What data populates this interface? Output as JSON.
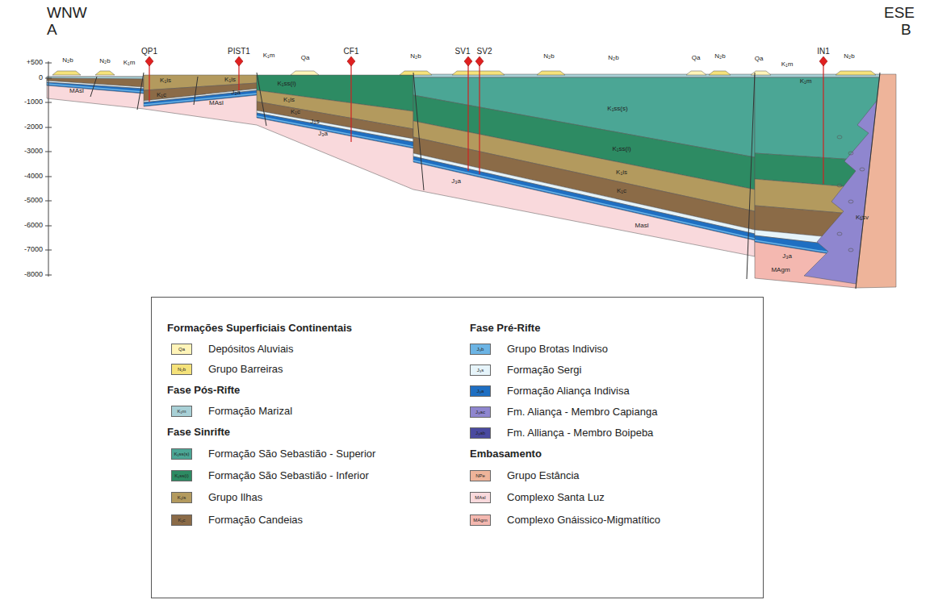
{
  "diagram": {
    "labels": [
      "WNW",
      "A",
      "ESE",
      "B",
      "+500",
      "0",
      "-1000",
      "-2000",
      "-3000",
      "-4000",
      "-5000",
      "-6000",
      "-7000",
      "-8000",
      "QP1",
      "PIST1",
      "CF1",
      "SV1",
      "SV2",
      "IN1",
      "N₂b",
      "N₂b",
      "K₁m",
      "K₁m",
      "Qa",
      "N₂b",
      "N₂b",
      "N₂b",
      "Qa",
      "N₂b",
      "Qa",
      "K₁m",
      "N₂b",
      "MAsl",
      "K₁is",
      "K₁c",
      "K₁is",
      "J₃a",
      "MAsl",
      "K₁ss(i)",
      "K₁is",
      "K₁c",
      "J₃s",
      "J₃a",
      "K₁ss(s)",
      "K₁ss(i)",
      "K₁is",
      "K₁c",
      "J₃a",
      "Masl",
      "J₃a",
      "MAgm",
      "K₁sv",
      "K₁m",
      "Formações Superficiais Continentais",
      "Fase Pós-Rifte",
      "Fase Sinrifte",
      "Fase Pré-Rifte",
      "Embasamento",
      "Qa",
      "N₂b",
      "K₁m",
      "K₁ss(s)",
      "K₁ss(i)",
      "K₁is",
      "K₁c",
      "J₃b",
      "J₃s",
      "J₃a",
      "J₃ac",
      "J₃ab",
      "NPe",
      "MAsl",
      "MAgm"
    ],
    "legend": [
      {
        "text": "Depósitos Aluviais",
        "color": "#fff4b8"
      },
      {
        "text": "Grupo Barreiras",
        "color": "#f5e27a"
      },
      {
        "text": "Formação Marizal",
        "color": "#a8d0d6"
      },
      {
        "text": "Formação São Sebastião - Superior",
        "color": "#4ba695"
      },
      {
        "text": "Formação São Sebastião - Inferior",
        "color": "#2d8b63"
      },
      {
        "text": "Grupo Ilhas",
        "color": "#b39a5e"
      },
      {
        "text": "Formação Candeias",
        "color": "#8b6b47"
      },
      {
        "text": "Grupo Brotas Indiviso",
        "color": "#6cb4e4"
      },
      {
        "text": "Formação Sergi",
        "color": "#e6f4fa"
      },
      {
        "text": "Formação Aliança Indivisa",
        "color": "#1f6fc2"
      },
      {
        "text": "Fm. Aliança - Membro Capianga",
        "color": "#8f86cf"
      },
      {
        "text": "Fm. Alliança - Membro Boipeba",
        "color": "#4a4aa0"
      },
      {
        "text": "Grupo Estância",
        "color": "#eeb49a"
      },
      {
        "text": "Complexo Santa Luz",
        "color": "#f9d9dc"
      },
      {
        "text": "Complexo Gnáissico-Migmatítico",
        "color": "#f4b8b0"
      }
    ]
  }
}
